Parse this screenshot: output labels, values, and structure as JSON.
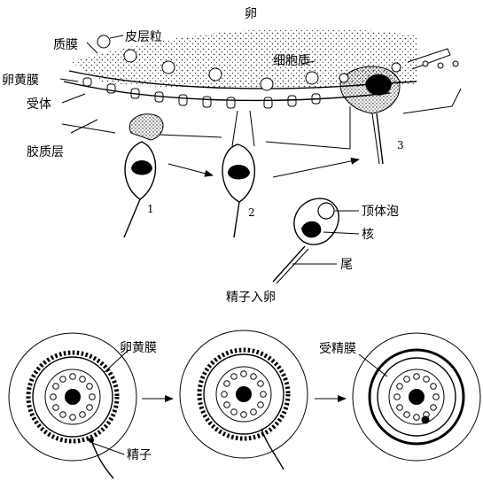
{
  "title": "卵",
  "caption": "精子入卵",
  "labels": {
    "cortical_granule": "皮层粒",
    "plasma_membrane": "质膜",
    "cytoplasm": "细胞质",
    "vitelline_membrane": "卵黄膜",
    "receptor": "受体",
    "jelly_layer": "胶质层",
    "acrosome": "顶体泡",
    "nucleus": "核",
    "tail": "尾",
    "vitelline_membrane_2": "卵黄膜",
    "sperm": "精子",
    "fertilization_membrane": "受精膜"
  },
  "stages": [
    "1",
    "2",
    "3"
  ]
}
